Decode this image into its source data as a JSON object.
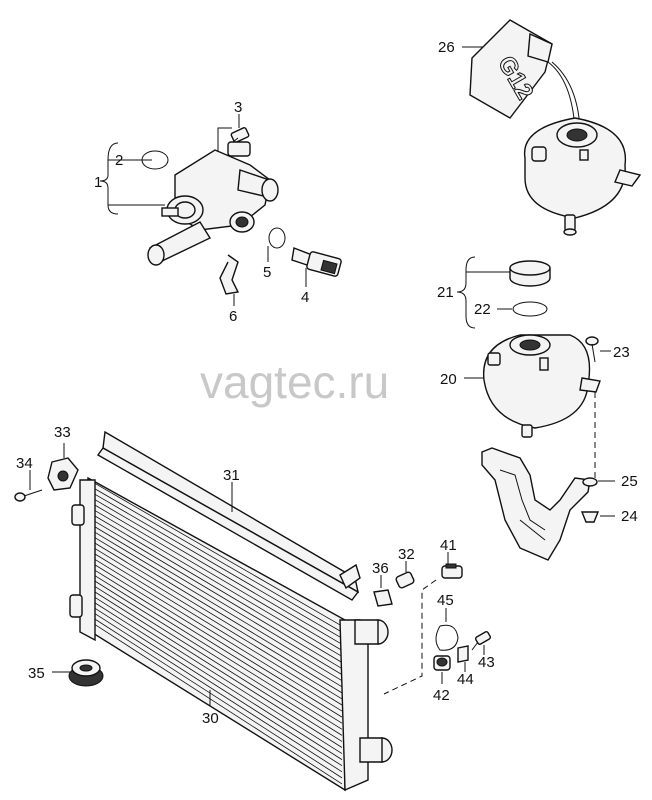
{
  "watermark": "vagtec.ru",
  "bottle_marking": "G12",
  "callouts": {
    "c1": "1",
    "c2": "2",
    "c3": "3",
    "c4": "4",
    "c5": "5",
    "c6": "6",
    "c20": "20",
    "c21": "21",
    "c22": "22",
    "c23": "23",
    "c24": "24",
    "c25": "25",
    "c26": "26",
    "c30": "30",
    "c31": "31",
    "c32": "32",
    "c33": "33",
    "c34": "34",
    "c35": "35",
    "c36": "36",
    "c41": "41",
    "c42": "42",
    "c43": "43",
    "c44": "44",
    "c45": "45"
  }
}
